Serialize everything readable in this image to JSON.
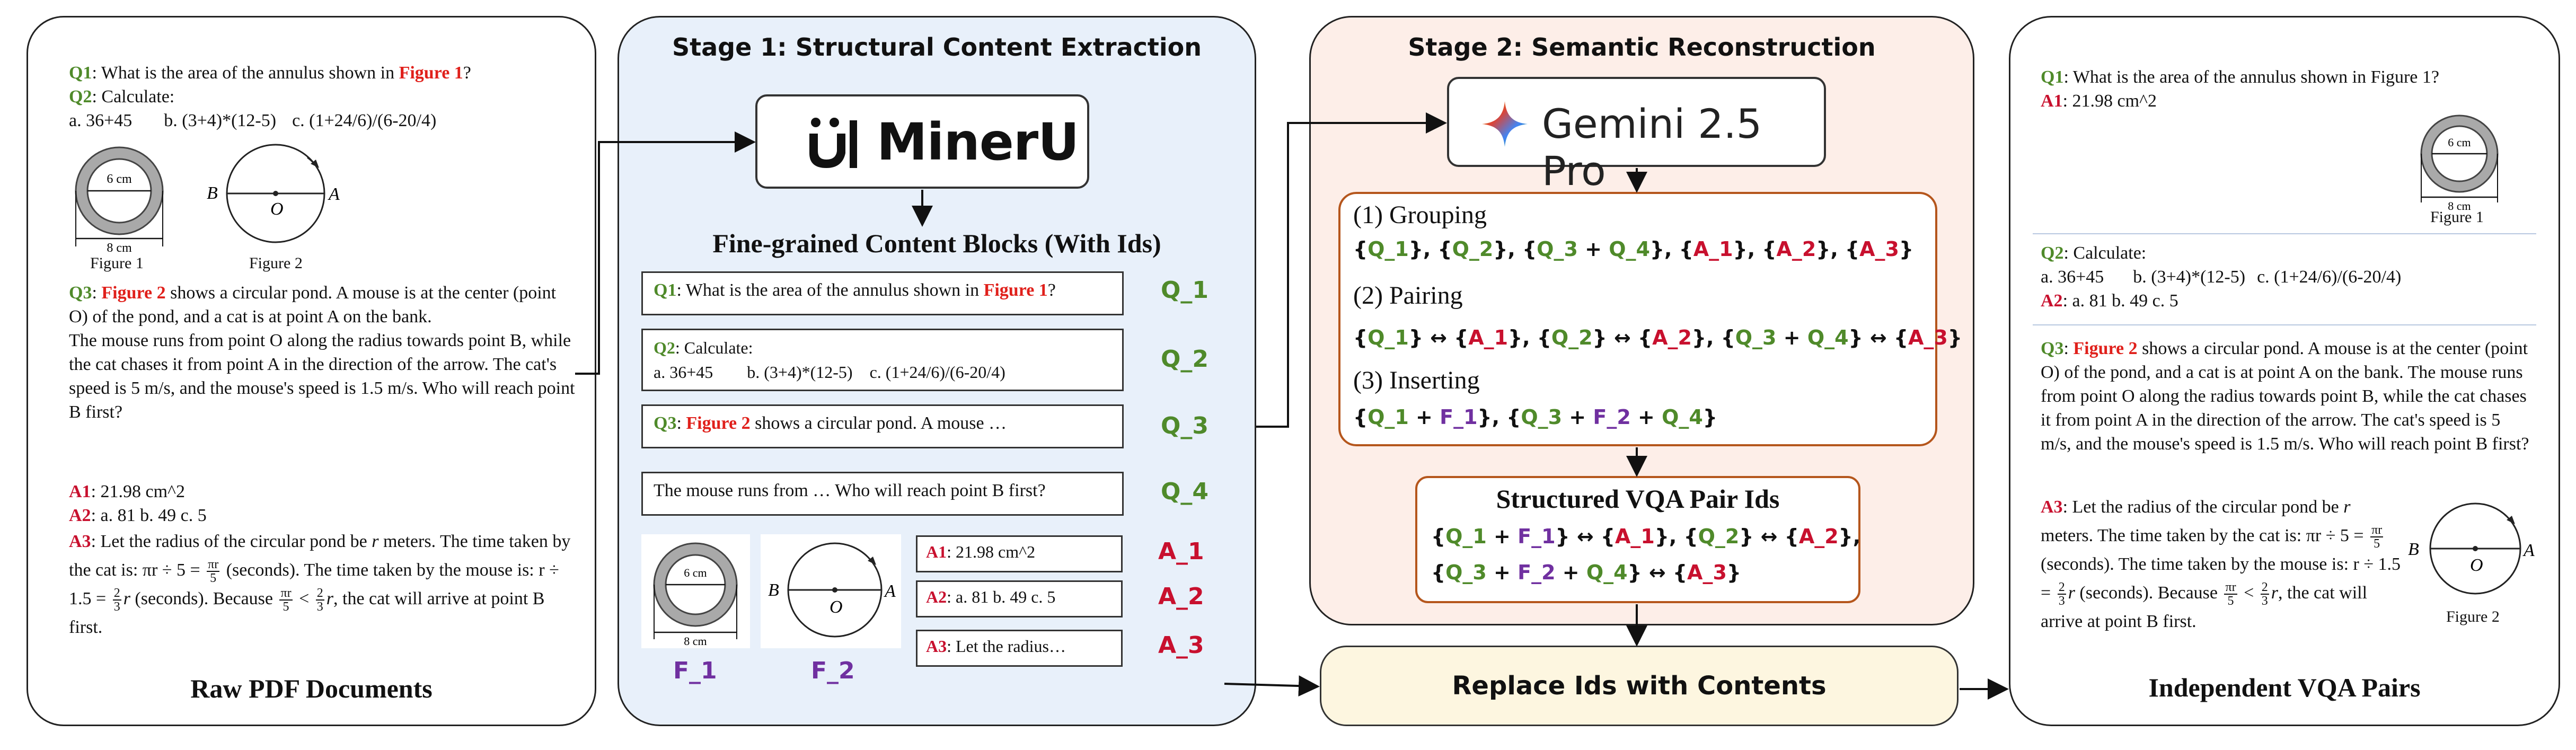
{
  "raw": {
    "q1": {
      "id": "Q1",
      "text": ": What is the area of the annulus shown in ",
      "ref": "Figure 1",
      "end": "?"
    },
    "q2": {
      "id": "Q2",
      "text": ": Calculate:",
      "exprs": [
        "a. 36+45",
        "b. (3+4)*(12-5)",
        "c. (1+24/6)/(6-20/4)"
      ]
    },
    "fig1": {
      "inner": "6 cm",
      "outer": "8 cm",
      "caption": "Figure 1"
    },
    "fig2": {
      "b": "B",
      "o": "O",
      "a": "A",
      "caption": "Figure 2"
    },
    "q3": {
      "id": "Q3",
      "sep": ": ",
      "ref": "Figure 2",
      "text": " shows a circular pond. A mouse is at the center (point O) of the pond, and a cat is at point A on the bank.",
      "text2": "The mouse runs from point O along the radius towards point B, while the cat chases it from point A in the direction of the arrow. The cat's speed is 5 m/s, and the mouse's speed is 1.5 m/s. Who will reach point B first?"
    },
    "a1": {
      "id": "A1",
      "text": ": 21.98 cm^2"
    },
    "a2": {
      "id": "A2",
      "text": ": a. 81  b. 49  c. 5"
    },
    "a3": {
      "id": "A3",
      "p1": ": Let the radius of the circular pond be ",
      "r": "r",
      "p2": " meters. The time taken by the cat is: ",
      "p3": "πr ÷ 5 = ",
      "p4": " (seconds). The time taken by the mouse is: ",
      "p5": "r ÷ 1.5 = ",
      "p6": " (seconds). Because ",
      "p7": ", the cat will arrive at point B first.",
      "pir": "πr",
      "five": "5",
      "two": "2",
      "three": "3",
      "lt": " < "
    },
    "title": "Raw PDF Documents"
  },
  "stage1": {
    "title": "Stage 1: Structural Content Extraction",
    "logo": "MinerU",
    "subtitle": "Fine-grained Content Blocks (With Ids)",
    "b1": {
      "id": "Q1",
      "text": ": What is the area of the annulus shown in ",
      "ref": "Figure 1",
      "end": "?",
      "tag": "Q_1"
    },
    "b2": {
      "id": "Q2",
      "text": ": Calculate:",
      "line": "a. 36+45        b. (3+4)*(12-5)    c. (1+24/6)/(6-20/4)",
      "tag": "Q_2"
    },
    "b3": {
      "id": "Q3",
      "sep": ": ",
      "ref": "Figure 2",
      "text": " shows a circular pond. A mouse …",
      "tag": "Q_3"
    },
    "b4": {
      "text": "The mouse runs from … Who will reach point B first?",
      "tag": "Q_4"
    },
    "ba1": {
      "id": "A1",
      "text": ": 21.98 cm^2",
      "tag": "A_1"
    },
    "ba2": {
      "id": "A2",
      "text": ": a. 81  b. 49  c. 5",
      "tag": "A_2"
    },
    "ba3": {
      "id": "A3",
      "text": ": Let the radius…",
      "tag": "A_3"
    },
    "f1": "F_1",
    "f2": "F_2"
  },
  "stage2": {
    "title": "Stage 2: Semantic Reconstruction",
    "logo": "Gemini 2.5 Pro",
    "grouping": "(1) Grouping",
    "pairing": "(2) Pairing",
    "inserting": "(3) Inserting",
    "q1": "Q_1",
    "q2": "Q_2",
    "q3": "Q_3",
    "q4": "Q_4",
    "a1": "A_1",
    "a2": "A_2",
    "a3": "A_3",
    "f1": "F_1",
    "f2": "F_2",
    "lb": "{",
    "rb": "}",
    "sep": ", ",
    "plus": " + ",
    "arrow": " ↔ ",
    "structured": "Structured VQA Pair Ids",
    "replace": "Replace Ids with Contents"
  },
  "out": {
    "q1": {
      "id": "Q1",
      "text": ": What is the area of the annulus shown in Figure 1?"
    },
    "a1": {
      "id": "A1",
      "text": ": 21.98 cm^2"
    },
    "q2": {
      "id": "Q2",
      "text": ": Calculate:",
      "exprs": [
        "a. 36+45",
        "b. (3+4)*(12-5)",
        "c. (1+24/6)/(6-20/4)"
      ]
    },
    "a2": {
      "id": "A2",
      "text": ": a. 81  b. 49  c. 5"
    },
    "q3": {
      "id": "Q3",
      "sep": ": ",
      "ref": "Figure 2",
      "text": " shows a circular pond. A mouse is at the center (point O) of the pond, and a cat is at point A on the bank. The mouse runs from point O along the radius towards point B, while the cat chases it from point A in the direction of the arrow. The cat's speed is 5 m/s, and the mouse's speed is 1.5 m/s. Who will reach point B first?"
    },
    "a3": {
      "id": "A3",
      "p1": ": Let the radius of the circular pond be ",
      "r": "r",
      "p2": " meters. The time taken by the cat is: ",
      "p3": "πr ÷ 5 = ",
      "p4": " (seconds). The time taken by the mouse is: ",
      "p5": "r ÷ 1.5 = ",
      "p6": " (seconds). Because ",
      "p7": ", the cat will arrive at point B first."
    },
    "title": "Independent VQA Pairs"
  },
  "colors": {
    "question": "#4f8a2a",
    "answer": "#c8102e",
    "figure": "#7030a0",
    "stage1_bg": "#e8f0fa",
    "stage2_bg": "#fdeee8",
    "replace_bg": "#fdf6e0",
    "stage2_border": "#b5561c"
  }
}
